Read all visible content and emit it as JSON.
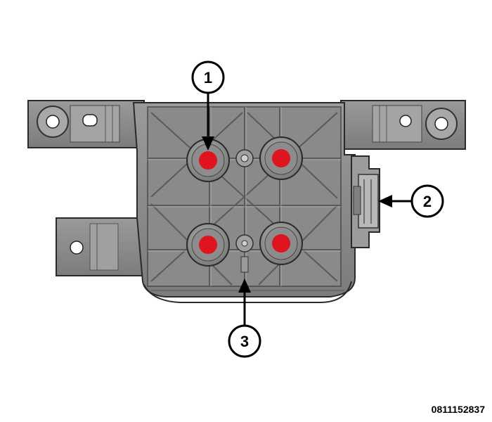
{
  "figure": {
    "id": "0811152837",
    "colors": {
      "housing": "#8f8f8f",
      "housing_dark": "#6f6f6f",
      "housing_light": "#b5b5b5",
      "outline": "#2a2a2a",
      "mount_point": "#e0141e"
    }
  },
  "callouts": [
    {
      "label": "1"
    },
    {
      "label": "2"
    },
    {
      "label": "3"
    }
  ]
}
